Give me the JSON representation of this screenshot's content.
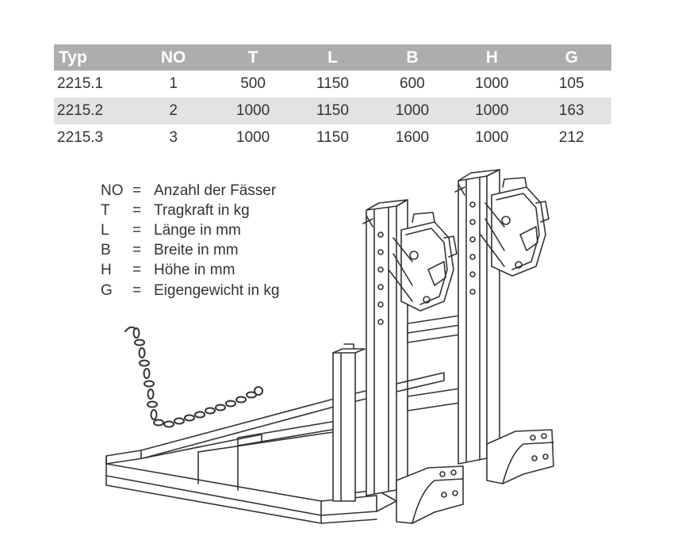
{
  "table": {
    "headers": [
      "Typ",
      "NO",
      "T",
      "L",
      "B",
      "H",
      "G"
    ],
    "rows": [
      [
        "2215.1",
        "1",
        "500",
        "1150",
        "600",
        "1000",
        "105"
      ],
      [
        "2215.2",
        "2",
        "1000",
        "1150",
        "1000",
        "1000",
        "163"
      ],
      [
        "2215.3",
        "3",
        "1000",
        "1150",
        "1600",
        "1000",
        "212"
      ]
    ]
  },
  "legend": [
    {
      "abbr": "NO",
      "eq": "=",
      "text": "Anzahl der Fässer"
    },
    {
      "abbr": "T",
      "eq": "=",
      "text": "Tragkraft in kg"
    },
    {
      "abbr": "L",
      "eq": "=",
      "text": "Länge in mm"
    },
    {
      "abbr": "B",
      "eq": "=",
      "text": "Breite in mm"
    },
    {
      "abbr": "H",
      "eq": "=",
      "text": "Höhe in mm"
    },
    {
      "abbr": "G",
      "eq": "=",
      "text": "Eigengewicht in kg"
    }
  ],
  "colors": {
    "header_bg": "#adadad",
    "header_text": "#ffffff",
    "stripe": "#e3e3e3",
    "line_art": "#333333"
  },
  "illustration": {
    "icon": "drum-grab-fork-attachment-icon"
  }
}
